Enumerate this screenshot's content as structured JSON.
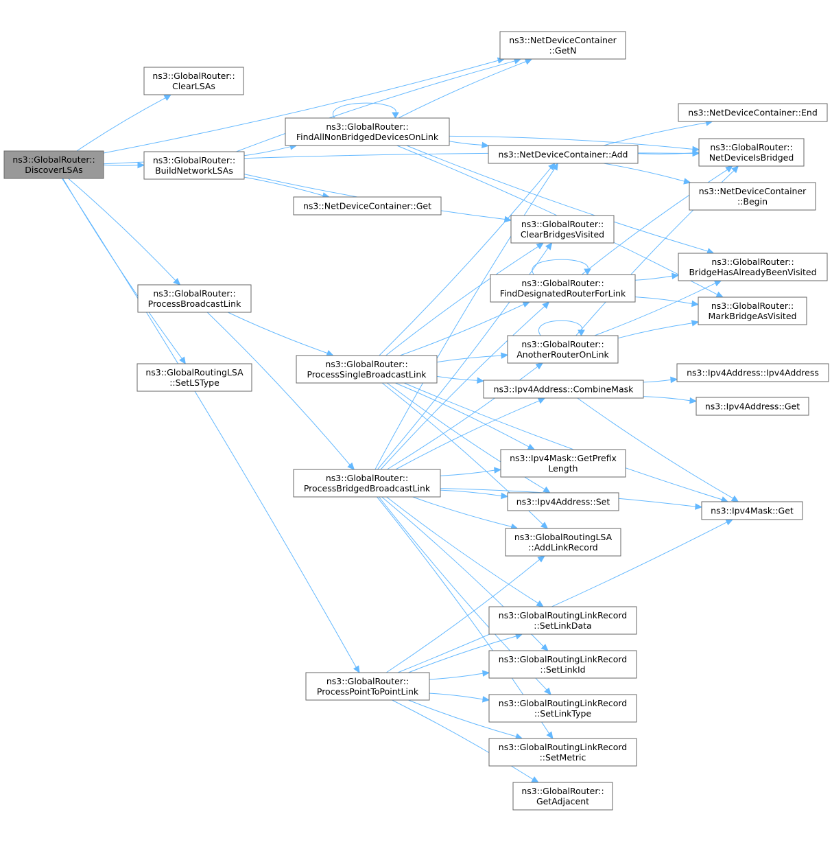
{
  "graph": {
    "title": "",
    "nodes": [
      {
        "id": "discover",
        "lines": [
          "ns3::GlobalRouter::",
          "DiscoverLSAs"
        ],
        "root": true
      },
      {
        "id": "clearLSAs",
        "lines": [
          "ns3::GlobalRouter::",
          "ClearLSAs"
        ]
      },
      {
        "id": "buildNetwork",
        "lines": [
          "ns3::GlobalRouter::",
          "BuildNetworkLSAs"
        ]
      },
      {
        "id": "processBroadcast",
        "lines": [
          "ns3::GlobalRouter::",
          "ProcessBroadcastLink"
        ]
      },
      {
        "id": "setLSType",
        "lines": [
          "ns3::GlobalRoutingLSA",
          "::SetLSType"
        ]
      },
      {
        "id": "findAllNonBridged",
        "lines": [
          "ns3::GlobalRouter::",
          "FindAllNonBridgedDevicesOnLink"
        ]
      },
      {
        "id": "ndcGet",
        "lines": [
          "ns3::NetDeviceContainer::Get"
        ]
      },
      {
        "id": "processSingle",
        "lines": [
          "ns3::GlobalRouter::",
          "ProcessSingleBroadcastLink"
        ]
      },
      {
        "id": "processBridged",
        "lines": [
          "ns3::GlobalRouter::",
          "ProcessBridgedBroadcastLink"
        ]
      },
      {
        "id": "processP2P",
        "lines": [
          "ns3::GlobalRouter::",
          "ProcessPointToPointLink"
        ]
      },
      {
        "id": "ndcGetN",
        "lines": [
          "ns3::NetDeviceContainer",
          "::GetN"
        ]
      },
      {
        "id": "ndcAdd",
        "lines": [
          "ns3::NetDeviceContainer::Add"
        ]
      },
      {
        "id": "clearBridges",
        "lines": [
          "ns3::GlobalRouter::",
          "ClearBridgesVisited"
        ]
      },
      {
        "id": "findDR",
        "lines": [
          "ns3::GlobalRouter::",
          "FindDesignatedRouterForLink"
        ]
      },
      {
        "id": "anotherRouter",
        "lines": [
          "ns3::GlobalRouter::",
          "AnotherRouterOnLink"
        ]
      },
      {
        "id": "combineMask",
        "lines": [
          "ns3::Ipv4Address::CombineMask"
        ]
      },
      {
        "id": "getPrefix",
        "lines": [
          "ns3::Ipv4Mask::GetPrefix",
          "Length"
        ]
      },
      {
        "id": "ipv4Set",
        "lines": [
          "ns3::Ipv4Address::Set"
        ]
      },
      {
        "id": "addLinkRecord",
        "lines": [
          "ns3::GlobalRoutingLSA",
          "::AddLinkRecord"
        ]
      },
      {
        "id": "setLinkData",
        "lines": [
          "ns3::GlobalRoutingLinkRecord",
          "::SetLinkData"
        ]
      },
      {
        "id": "setLinkId",
        "lines": [
          "ns3::GlobalRoutingLinkRecord",
          "::SetLinkId"
        ]
      },
      {
        "id": "setLinkType",
        "lines": [
          "ns3::GlobalRoutingLinkRecord",
          "::SetLinkType"
        ]
      },
      {
        "id": "setMetric",
        "lines": [
          "ns3::GlobalRoutingLinkRecord",
          "::SetMetric"
        ]
      },
      {
        "id": "getAdjacent",
        "lines": [
          "ns3::GlobalRouter::",
          "GetAdjacent"
        ]
      },
      {
        "id": "ndcEnd",
        "lines": [
          "ns3::NetDeviceContainer::End"
        ]
      },
      {
        "id": "netDevBridged",
        "lines": [
          "ns3::GlobalRouter::",
          "NetDeviceIsBridged"
        ]
      },
      {
        "id": "ndcBegin",
        "lines": [
          "ns3::NetDeviceContainer",
          "::Begin"
        ]
      },
      {
        "id": "bridgeVisited",
        "lines": [
          "ns3::GlobalRouter::",
          "BridgeHasAlreadyBeenVisited"
        ]
      },
      {
        "id": "markBridge",
        "lines": [
          "ns3::GlobalRouter::",
          "MarkBridgeAsVisited"
        ]
      },
      {
        "id": "ipv4AddrCtor",
        "lines": [
          "ns3::Ipv4Address::Ipv4Address"
        ]
      },
      {
        "id": "ipv4AddrGet",
        "lines": [
          "ns3::Ipv4Address::Get"
        ]
      },
      {
        "id": "ipv4MaskGet",
        "lines": [
          "ns3::Ipv4Mask::Get"
        ]
      }
    ],
    "edges": [
      [
        "discover",
        "clearLSAs"
      ],
      [
        "discover",
        "buildNetwork"
      ],
      [
        "discover",
        "processBroadcast"
      ],
      [
        "discover",
        "setLSType"
      ],
      [
        "discover",
        "processP2P"
      ],
      [
        "discover",
        "ndcGetN"
      ],
      [
        "discover",
        "netDevBridged"
      ],
      [
        "buildNetwork",
        "findAllNonBridged"
      ],
      [
        "buildNetwork",
        "ndcGet"
      ],
      [
        "buildNetwork",
        "clearBridges"
      ],
      [
        "buildNetwork",
        "ndcGetN"
      ],
      [
        "findAllNonBridged",
        "findAllNonBridged"
      ],
      [
        "findAllNonBridged",
        "ndcGetN"
      ],
      [
        "findAllNonBridged",
        "ndcAdd"
      ],
      [
        "findAllNonBridged",
        "netDevBridged"
      ],
      [
        "findAllNonBridged",
        "bridgeVisited"
      ],
      [
        "findAllNonBridged",
        "markBridge"
      ],
      [
        "processBroadcast",
        "processSingle"
      ],
      [
        "processBroadcast",
        "processBridged"
      ],
      [
        "processSingle",
        "ndcAdd"
      ],
      [
        "processSingle",
        "clearBridges"
      ],
      [
        "processSingle",
        "findDR"
      ],
      [
        "processSingle",
        "anotherRouter"
      ],
      [
        "processSingle",
        "combineMask"
      ],
      [
        "processSingle",
        "getPrefix"
      ],
      [
        "processSingle",
        "ipv4Set"
      ],
      [
        "processSingle",
        "addLinkRecord"
      ],
      [
        "processSingle",
        "ipv4MaskGet"
      ],
      [
        "processBridged",
        "ndcAdd"
      ],
      [
        "processBridged",
        "clearBridges"
      ],
      [
        "processBridged",
        "findDR"
      ],
      [
        "processBridged",
        "anotherRouter"
      ],
      [
        "processBridged",
        "combineMask"
      ],
      [
        "processBridged",
        "getPrefix"
      ],
      [
        "processBridged",
        "ipv4Set"
      ],
      [
        "processBridged",
        "addLinkRecord"
      ],
      [
        "processBridged",
        "ipv4MaskGet"
      ],
      [
        "processBridged",
        "setLinkData"
      ],
      [
        "processBridged",
        "setLinkId"
      ],
      [
        "processBridged",
        "setLinkType"
      ],
      [
        "processBridged",
        "setMetric"
      ],
      [
        "processP2P",
        "addLinkRecord"
      ],
      [
        "processP2P",
        "setLinkData"
      ],
      [
        "processP2P",
        "setLinkId"
      ],
      [
        "processP2P",
        "setLinkType"
      ],
      [
        "processP2P",
        "setMetric"
      ],
      [
        "processP2P",
        "getAdjacent"
      ],
      [
        "processP2P",
        "ipv4MaskGet"
      ],
      [
        "ndcAdd",
        "ndcEnd"
      ],
      [
        "ndcAdd",
        "netDevBridged"
      ],
      [
        "ndcAdd",
        "ndcBegin"
      ],
      [
        "findDR",
        "findDR"
      ],
      [
        "findDR",
        "netDevBridged"
      ],
      [
        "findDR",
        "bridgeVisited"
      ],
      [
        "findDR",
        "markBridge"
      ],
      [
        "anotherRouter",
        "anotherRouter"
      ],
      [
        "anotherRouter",
        "netDevBridged"
      ],
      [
        "anotherRouter",
        "bridgeVisited"
      ],
      [
        "anotherRouter",
        "markBridge"
      ],
      [
        "combineMask",
        "ipv4AddrCtor"
      ],
      [
        "combineMask",
        "ipv4AddrGet"
      ],
      [
        "combineMask",
        "ipv4MaskGet"
      ]
    ]
  }
}
